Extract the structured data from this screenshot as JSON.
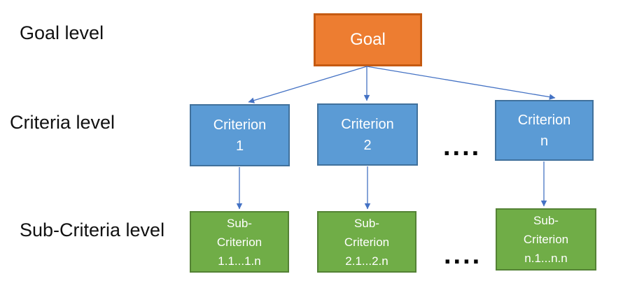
{
  "levels": {
    "goal": "Goal level",
    "criteria": "Criteria level",
    "subcriteria": "Sub-Criteria level"
  },
  "goal": {
    "label": "Goal"
  },
  "criteria": [
    {
      "name": "Criterion",
      "index": "1"
    },
    {
      "name": "Criterion",
      "index": "2"
    },
    {
      "name": "Criterion",
      "index": "n"
    }
  ],
  "subcriteria": [
    {
      "prefix": "Sub-",
      "name": "Criterion",
      "range": "1.1...1.n"
    },
    {
      "prefix": "Sub-",
      "name": "Criterion",
      "range": "2.1...2.n"
    },
    {
      "prefix": "Sub-",
      "name": "Criterion",
      "range": "n.1...n.n"
    }
  ],
  "ellipsis": {
    "criteria": "....",
    "subcriteria": "...."
  },
  "colors": {
    "goal_fill": "#ED7D31",
    "goal_border": "#C55A11",
    "criterion_fill": "#5B9BD5",
    "criterion_border": "#41719C",
    "subcriterion_fill": "#70AD47",
    "subcriterion_border": "#548235",
    "arrow_color": "#4472C4"
  }
}
